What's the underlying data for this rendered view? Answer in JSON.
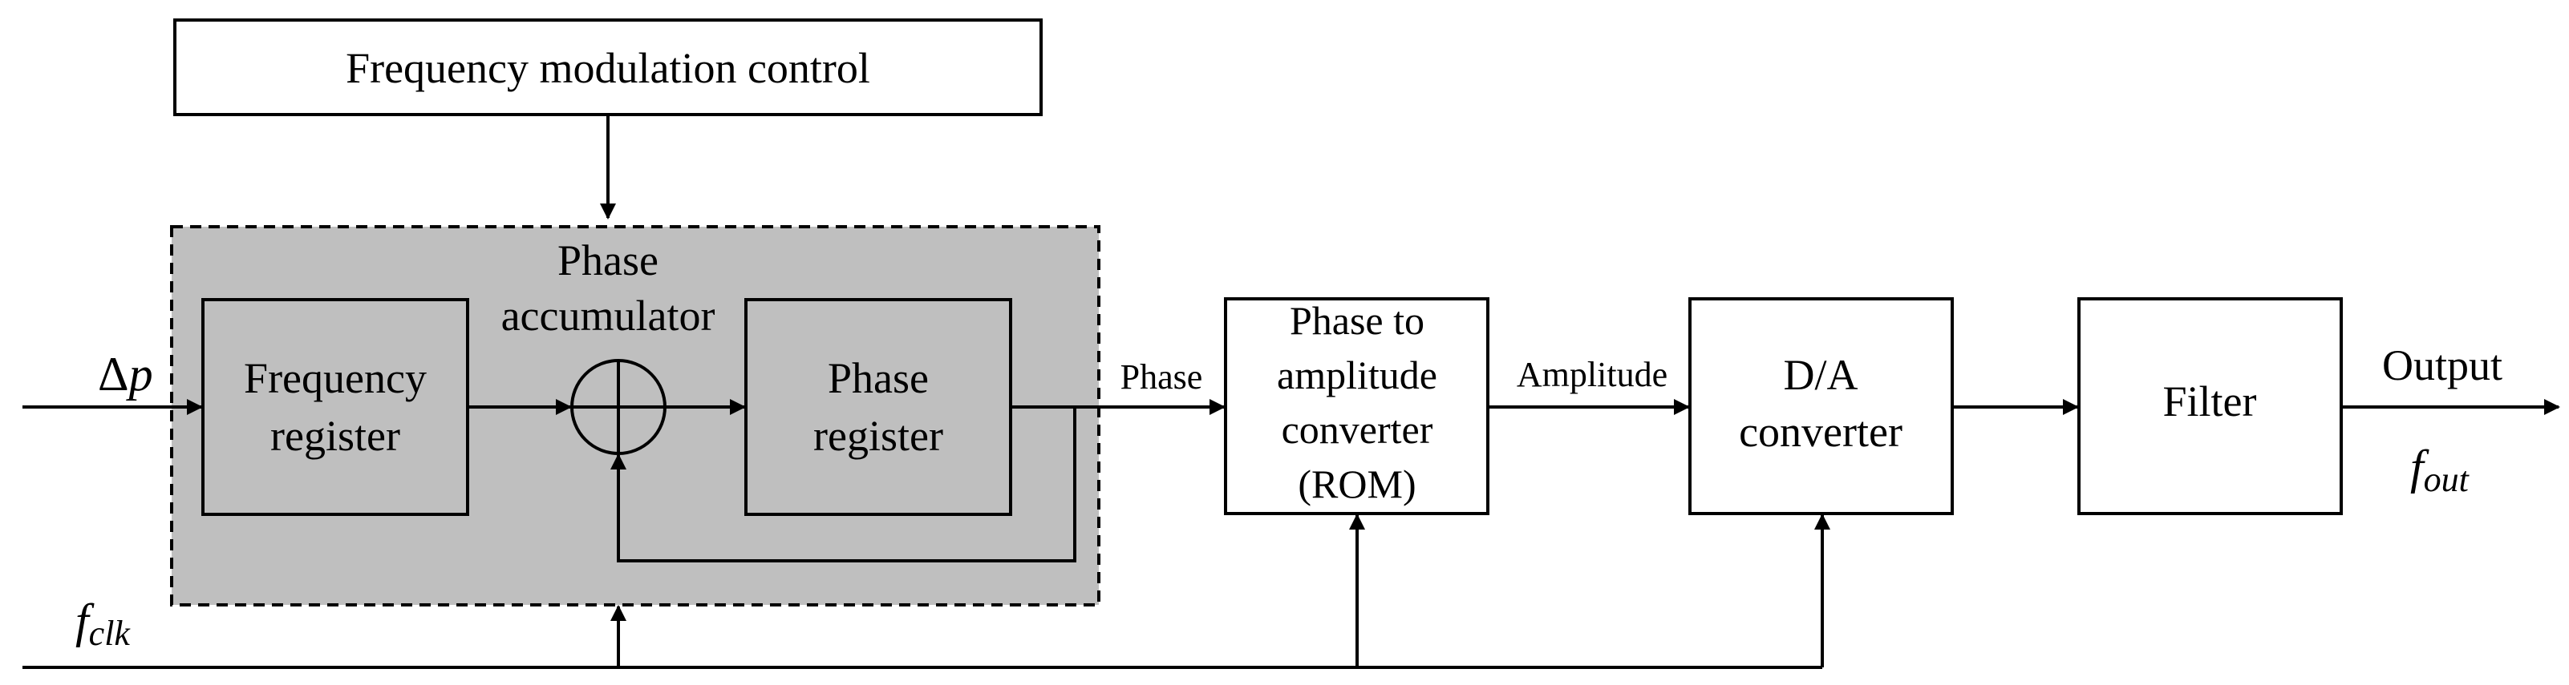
{
  "blocks": {
    "fm_control": "Frequency modulation control",
    "phase_accumulator": [
      "Phase",
      "accumulator"
    ],
    "frequency_register": [
      "Frequency",
      "register"
    ],
    "phase_register": [
      "Phase",
      "register"
    ],
    "phase_to_amplitude": [
      "Phase to",
      "amplitude",
      "converter",
      "(ROM)"
    ],
    "da_converter": [
      "D/A",
      "converter"
    ],
    "filter": "Filter"
  },
  "signals": {
    "input": {
      "symbol": "Δ",
      "var": "p"
    },
    "clock": {
      "base": "f",
      "sub": "clk"
    },
    "phase": "Phase",
    "amplitude": "Amplitude",
    "output": "Output",
    "output_symbol": {
      "base": "f",
      "sub": "out"
    }
  },
  "colors": {
    "accumulator_fill": "#bfbfbf",
    "line": "#000000"
  }
}
